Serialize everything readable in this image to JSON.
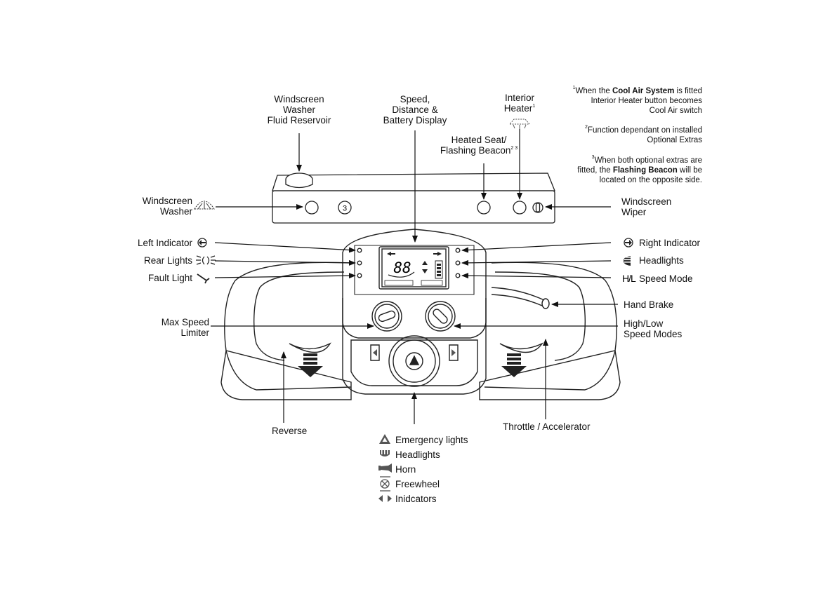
{
  "labels": {
    "washer_reservoir": [
      "Windscreen",
      "Washer",
      "Fluid Reservoir"
    ],
    "display": [
      "Speed,",
      "Distance &",
      "Battery Display"
    ],
    "interior_heater": [
      "Interior",
      "Heater"
    ],
    "interior_heater_sup": "1",
    "heated_seat": [
      "Heated Seat/",
      "Flashing Beacon"
    ],
    "heated_seat_sup": "2 3",
    "windscreen_washer": [
      "Windscreen",
      "Washer"
    ],
    "windscreen_wiper": [
      "Windscreen",
      "Wiper"
    ],
    "left_indicator": "Left Indicator",
    "rear_lights": "Rear Lights",
    "fault_light": "Fault Light",
    "right_indicator": "Right Indicator",
    "headlights": "Headlights",
    "speed_mode": "Speed Mode",
    "hand_brake": "Hand Brake",
    "max_speed": [
      "Max Speed",
      "Limiter"
    ],
    "high_low": [
      "High/Low",
      "Speed Modes"
    ],
    "reverse": "Reverse",
    "throttle": "Throttle / Accelerator",
    "button_number": "3",
    "display_digits": "88",
    "speed_mode_icon": "H/L"
  },
  "notes": {
    "n1": {
      "sup": "1",
      "pre": "When the ",
      "bold": "Cool Air System",
      "post": " is fitted",
      "line2": "Interior Heater button becomes",
      "line3": "Cool Air switch"
    },
    "n2": {
      "sup": "2",
      "line1": "Function dependant on installed",
      "line2": "Optional Extras"
    },
    "n3": {
      "sup": "3",
      "line1": "When both optional extras are",
      "pre2": "fitted, the ",
      "bold2": "Flashing Beacon",
      "post2": " will be",
      "line3": "located on the opposite side."
    }
  },
  "legend": [
    {
      "icon": "triangle-icon",
      "label": "Emergency lights"
    },
    {
      "icon": "headlight-icon",
      "label": "Headlights"
    },
    {
      "icon": "horn-icon",
      "label": "Horn"
    },
    {
      "icon": "freewheel-icon",
      "label": "Freewheel"
    },
    {
      "icon": "indicator-arrows-icon",
      "label": "Inidcators"
    }
  ]
}
